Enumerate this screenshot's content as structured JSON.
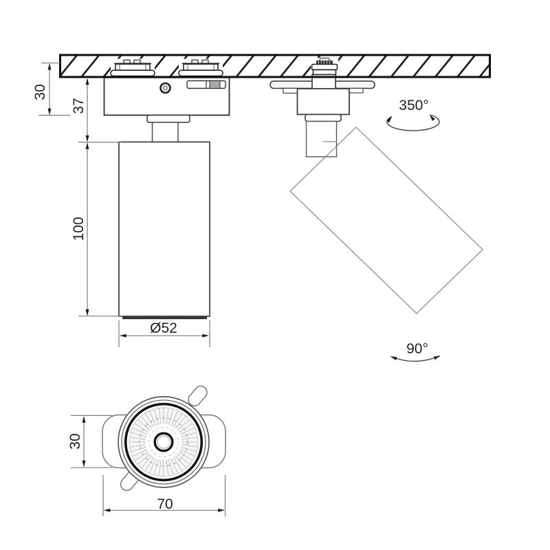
{
  "side_view": {
    "dim_track_depth": "30",
    "dim_mount_height": "37",
    "dim_body_length": "100",
    "dim_body_diameter": "Ø52",
    "rotation_range": "350°",
    "swivel_range": "90°"
  },
  "bottom_view": {
    "dim_bracket_height": "30",
    "dim_bracket_width": "70"
  },
  "colors": {
    "ink": "#1a1a1a",
    "dim_line": "#7a7a7a",
    "tilted_body_line": "#9a9a9a"
  }
}
